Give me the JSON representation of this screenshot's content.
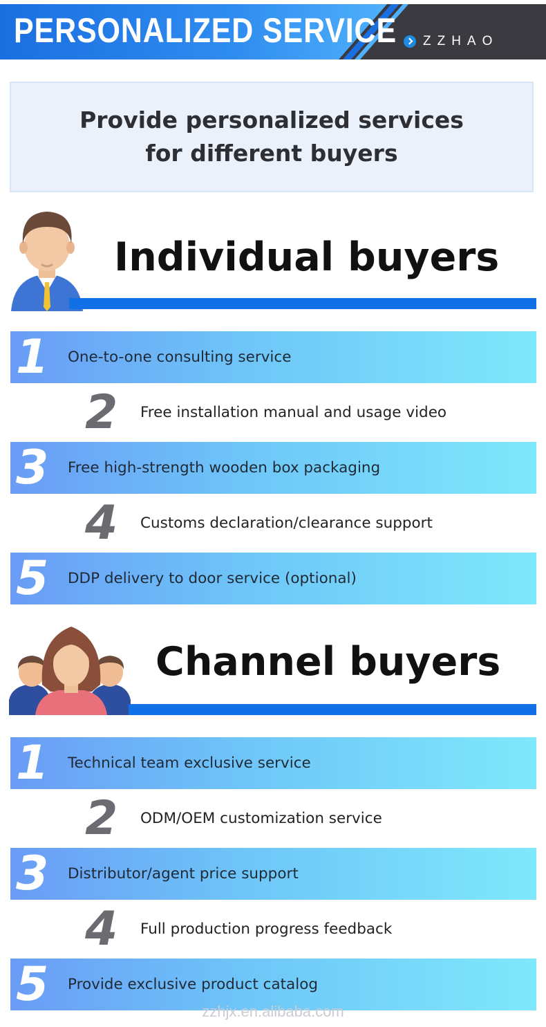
{
  "banner": {
    "title": "PERSONALIZED SERVICE",
    "brand": "ZZHAO"
  },
  "intro": {
    "line1": "Provide personalized services",
    "line2": "for different buyers"
  },
  "individual": {
    "title": "Individual buyers",
    "items": [
      {
        "num": "1",
        "text": "One-to-one consulting service"
      },
      {
        "num": "2",
        "text": "Free installation manual and usage video"
      },
      {
        "num": "3",
        "text": "Free high-strength wooden box packaging"
      },
      {
        "num": "4",
        "text": "Customs declaration/clearance support"
      },
      {
        "num": "5",
        "text": "DDP delivery to door service (optional)"
      }
    ]
  },
  "channel": {
    "title": "Channel buyers",
    "items": [
      {
        "num": "1",
        "text": "Technical team exclusive service"
      },
      {
        "num": "2",
        "text": "ODM/OEM customization service"
      },
      {
        "num": "3",
        "text": "Distributor/agent price support"
      },
      {
        "num": "4",
        "text": "Full production progress feedback"
      },
      {
        "num": "5",
        "text": "Provide exclusive product catalog"
      }
    ]
  },
  "watermark": "zzhjx.en.alibaba.com",
  "colors": {
    "accent_blue": "#1170e6",
    "band_start": "#6a9cf6",
    "band_end": "#7fe8fb",
    "dark": "#3a3a40"
  },
  "icons": {
    "individual": "businessman-avatar-icon",
    "channel": "group-avatar-icon",
    "brand": "chevron-circle-icon"
  }
}
